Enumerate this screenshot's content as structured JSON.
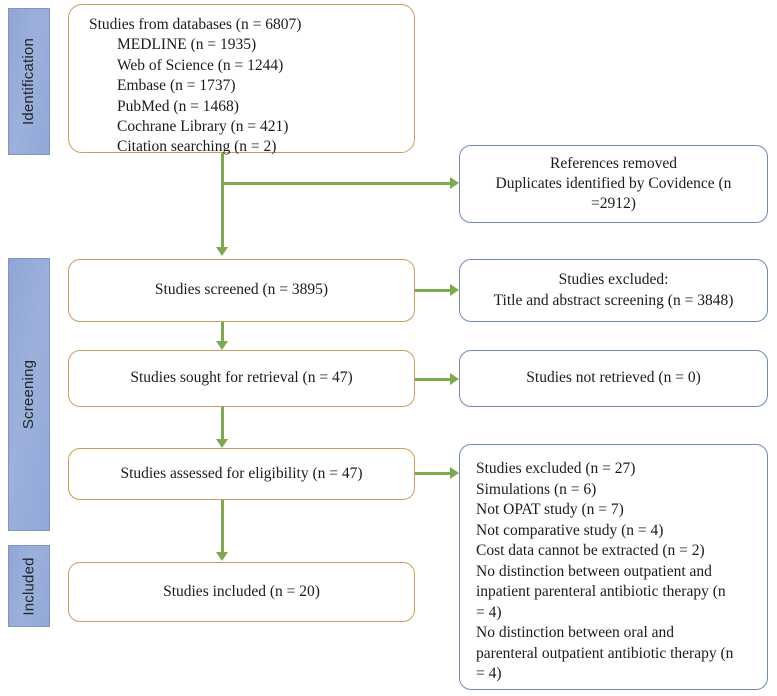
{
  "diagram": {
    "type": "prisma-flow-diagram",
    "colors": {
      "stage_band": "#92a8d8",
      "source_box_border": "#d09a5e",
      "outcome_box_border": "#7189b8",
      "connector": "#7caa4f",
      "background": "#ffffff",
      "text": "#1b1b1b"
    },
    "stages": [
      {
        "id": "identification",
        "label": "Identification"
      },
      {
        "id": "screening",
        "label": "Screening"
      },
      {
        "id": "included",
        "label": "Included"
      }
    ],
    "nodes": {
      "databases": {
        "lead": "Studies from databases (n = 6807)",
        "sources": [
          "MEDLINE (n = 1935)",
          "Web of Science (n = 1244)",
          "Embase (n = 1737)",
          "PubMed (n = 1468)",
          "Cochrane Library (n = 421)",
          "Citation searching (n = 2)"
        ]
      },
      "references_removed": {
        "lines": [
          "References removed",
          "Duplicates identified by Covidence (n",
          "=2912)"
        ]
      },
      "screened": {
        "text": "Studies screened (n = 3895)"
      },
      "screened_excluded": {
        "lines": [
          "Studies excluded:",
          "Title and abstract screening (n = 3848)"
        ]
      },
      "sought_retrieval": {
        "text": "Studies sought for retrieval (n = 47)"
      },
      "not_retrieved": {
        "text": "Studies not retrieved (n = 0)"
      },
      "assessed_eligibility": {
        "text": "Studies assessed for eligibility (n = 47)"
      },
      "eligibility_excluded": {
        "lines": [
          "Studies excluded (n = 27)",
          "Simulations (n = 6)",
          "Not OPAT study (n = 7)",
          "Not comparative study (n = 4)",
          "Cost data cannot be extracted (n = 2)",
          "No distinction between outpatient and",
          "inpatient parenteral antibiotic therapy (n",
          "= 4)",
          "No distinction between oral and",
          "parenteral outpatient antibiotic therapy (n",
          "= 4)"
        ]
      },
      "included": {
        "text": "Studies included (n = 20)"
      }
    }
  }
}
